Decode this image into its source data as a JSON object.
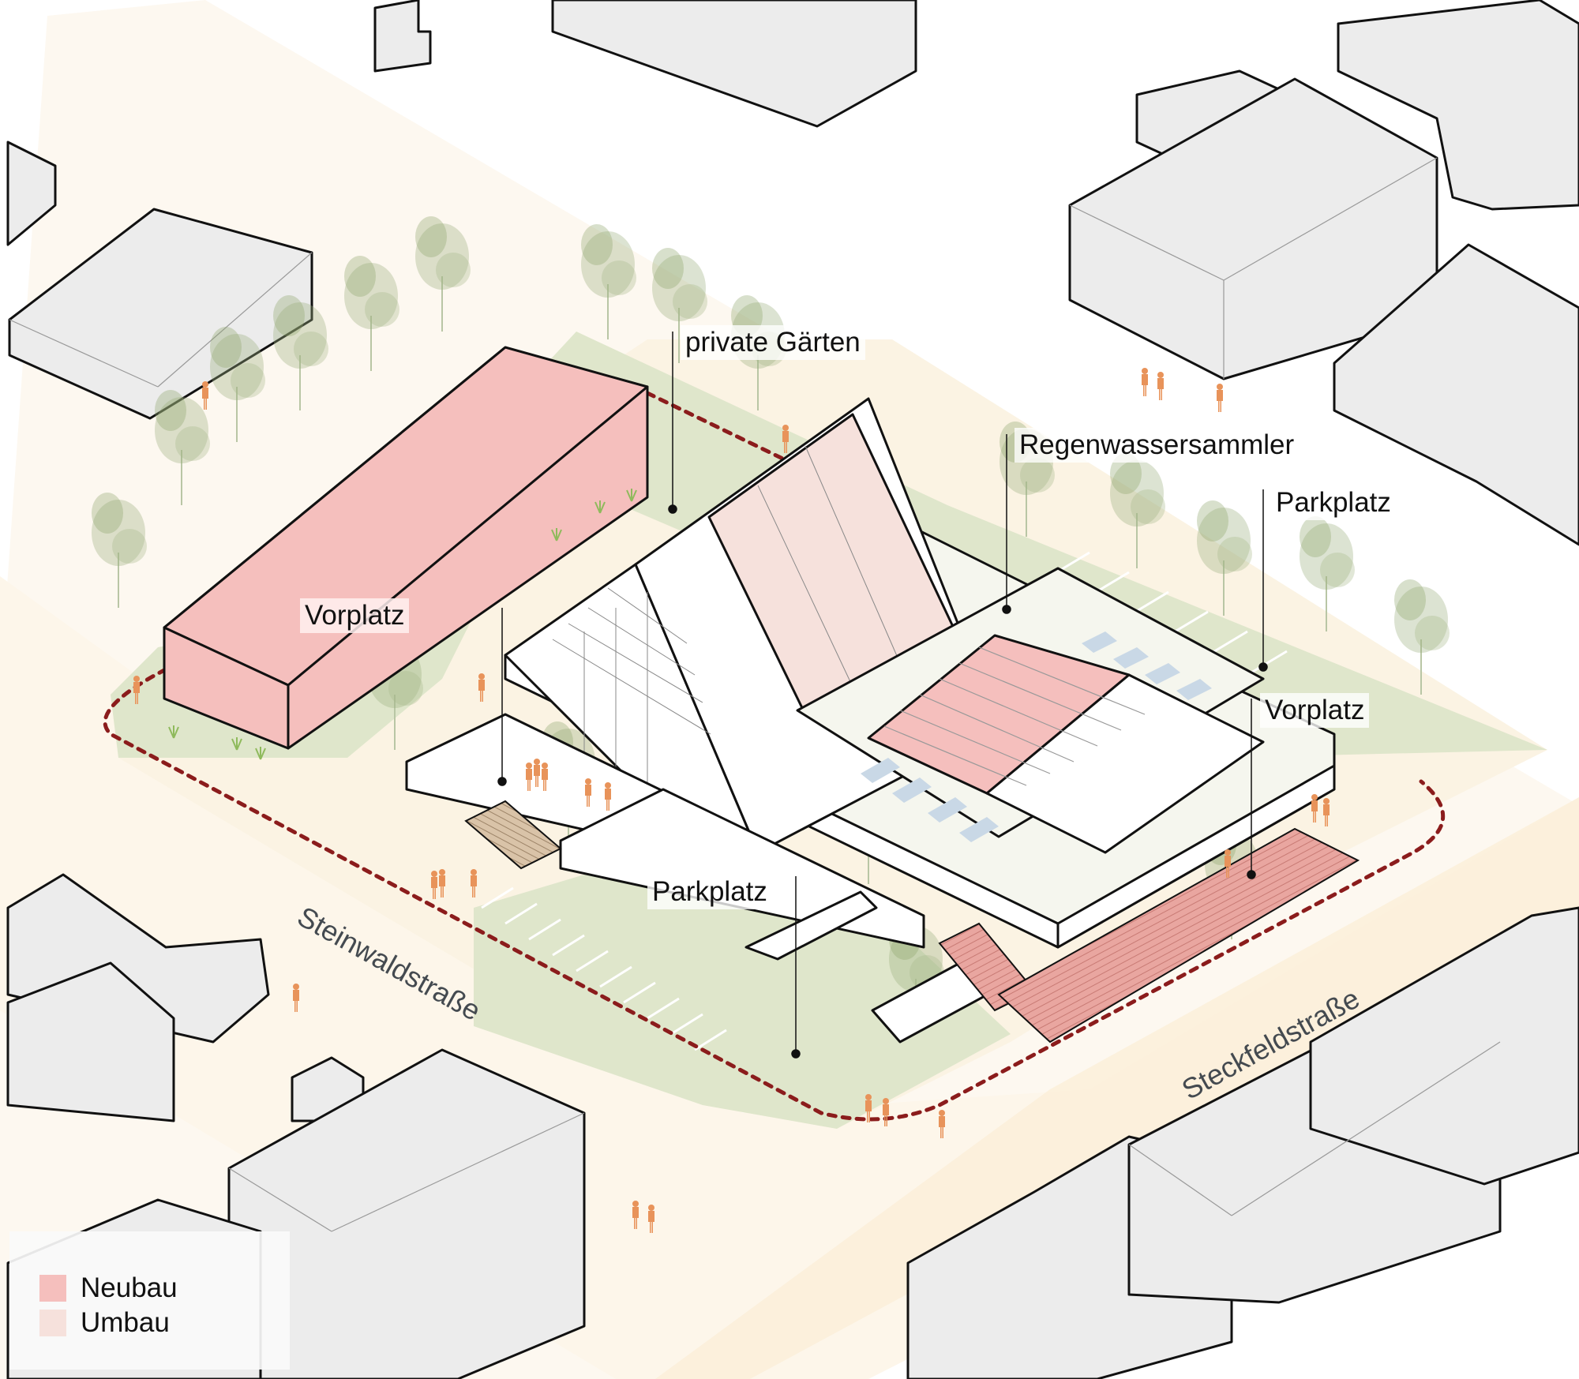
{
  "diagram": {
    "type": "isometric-site-plan",
    "colors": {
      "neubau": "#f5bfbd",
      "umbau": "#f6e1dc",
      "green": "#dfe6cb",
      "street": "#fcf3e2",
      "neighbour_building": "#ececec",
      "boundary": "#8b1c1c",
      "people": "#e8935a",
      "solar": "#c9d8e6",
      "tree": "#9bb07d"
    },
    "labels": {
      "private_gardens": "private Gärten",
      "forecourt_left": "Vorplatz",
      "rainwater": "Regenwassersammler",
      "parking_right": "Parkplatz",
      "forecourt_right": "Vorplatz",
      "parking_bottom": "Parkplatz"
    },
    "streets": {
      "west": "Steinwaldstraße",
      "south": "Steckfeldstraße"
    },
    "legend": {
      "items": [
        {
          "label": "Neubau",
          "color": "#f5bfbd"
        },
        {
          "label": "Umbau",
          "color": "#f6e1dc"
        }
      ]
    }
  }
}
